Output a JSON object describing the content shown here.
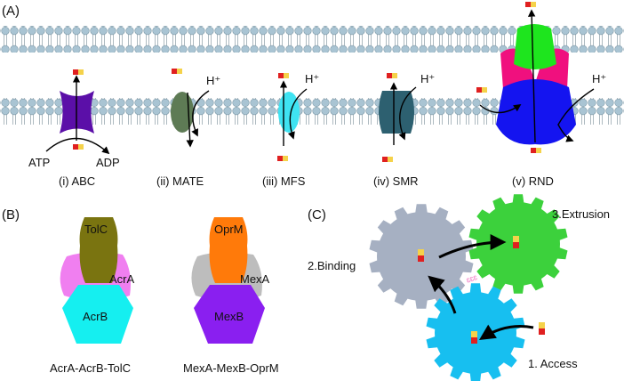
{
  "panels": {
    "a": {
      "label": "(A)",
      "transporters": [
        {
          "caption": "(i) ABC",
          "left_text": "ATP",
          "right_text": "ADP",
          "color": "#5B0FA8"
        },
        {
          "caption": "(ii) MATE",
          "ion": "H⁺",
          "color": "#5E7B55"
        },
        {
          "caption": "(iii) MFS",
          "ion": "H⁺",
          "color": "#3FE3F2"
        },
        {
          "caption": "(iv) SMR",
          "ion": "H⁺",
          "color": "#2D6070"
        },
        {
          "caption": "(v) RND",
          "ion": "H⁺",
          "colors": [
            "#1EE51E",
            "#F0107E",
            "#1414F0"
          ]
        }
      ],
      "membrane_color": "#A9C4D3"
    },
    "b": {
      "label": "(B)",
      "complexes": [
        {
          "top": "TolC",
          "middle": "AcrA",
          "bottom": "AcrB",
          "caption": "AcrA-AcrB-TolC",
          "colors": {
            "top": "#7A7410",
            "middle": "#F07FF0",
            "bottom": "#15EFF0"
          }
        },
        {
          "top": "OprM",
          "middle": "MexA",
          "bottom": "MexB",
          "caption": "MexA-MexB-OprM",
          "colors": {
            "top": "#FF7A0A",
            "middle": "#BDBDBD",
            "bottom": "#8A1FF0"
          }
        }
      ]
    },
    "c": {
      "label": "(C)",
      "steps": {
        "binding": "2.Binding",
        "extrusion": "3.Extrusion",
        "access": "1. Access"
      },
      "gear_colors": {
        "binding": "#A6B0C2",
        "extrusion": "#3CD13C",
        "access": "#17BFF0"
      }
    }
  }
}
